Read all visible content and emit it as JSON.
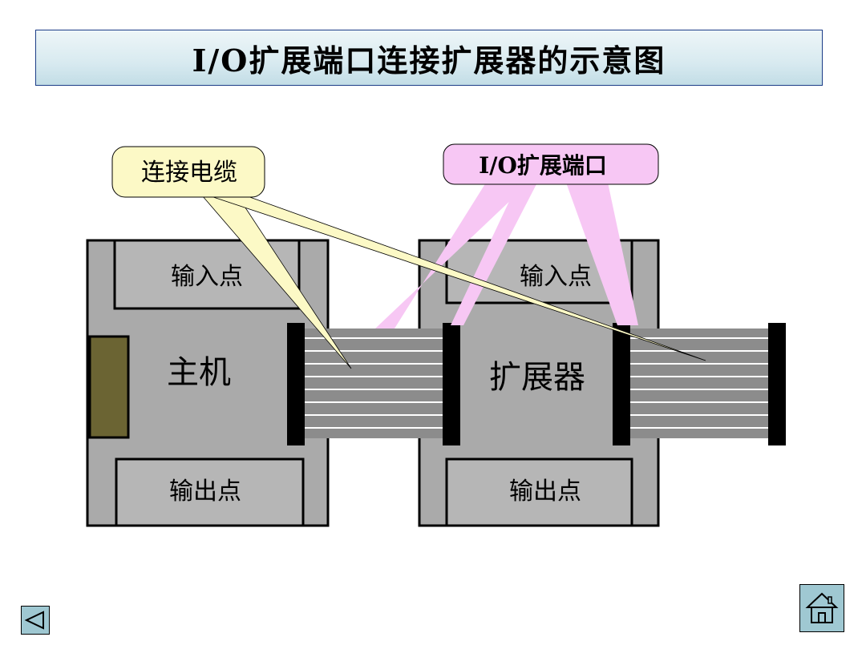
{
  "title": "I/O扩展端口连接扩展器的示意图",
  "callouts": {
    "cable": "连接电缆",
    "port": "I/O扩展端口"
  },
  "host": {
    "label": "主机",
    "input": "输入点",
    "output": "输出点"
  },
  "expander": {
    "label": "扩展器",
    "input": "输入点",
    "output": "输出点"
  },
  "colors": {
    "module_fill": "#aaaaaa",
    "inner_fill": "#b6b6b6",
    "connector": "#000000",
    "cable_fill": "#8c8c8c",
    "cable_line": "#ffffff",
    "host_block": "#6b6433",
    "cable_callout": "#fcf9c6",
    "port_callout": "#f7c7f4"
  },
  "nav": {
    "prev_icon": "triangle-left-icon",
    "home_icon": "home-icon"
  }
}
